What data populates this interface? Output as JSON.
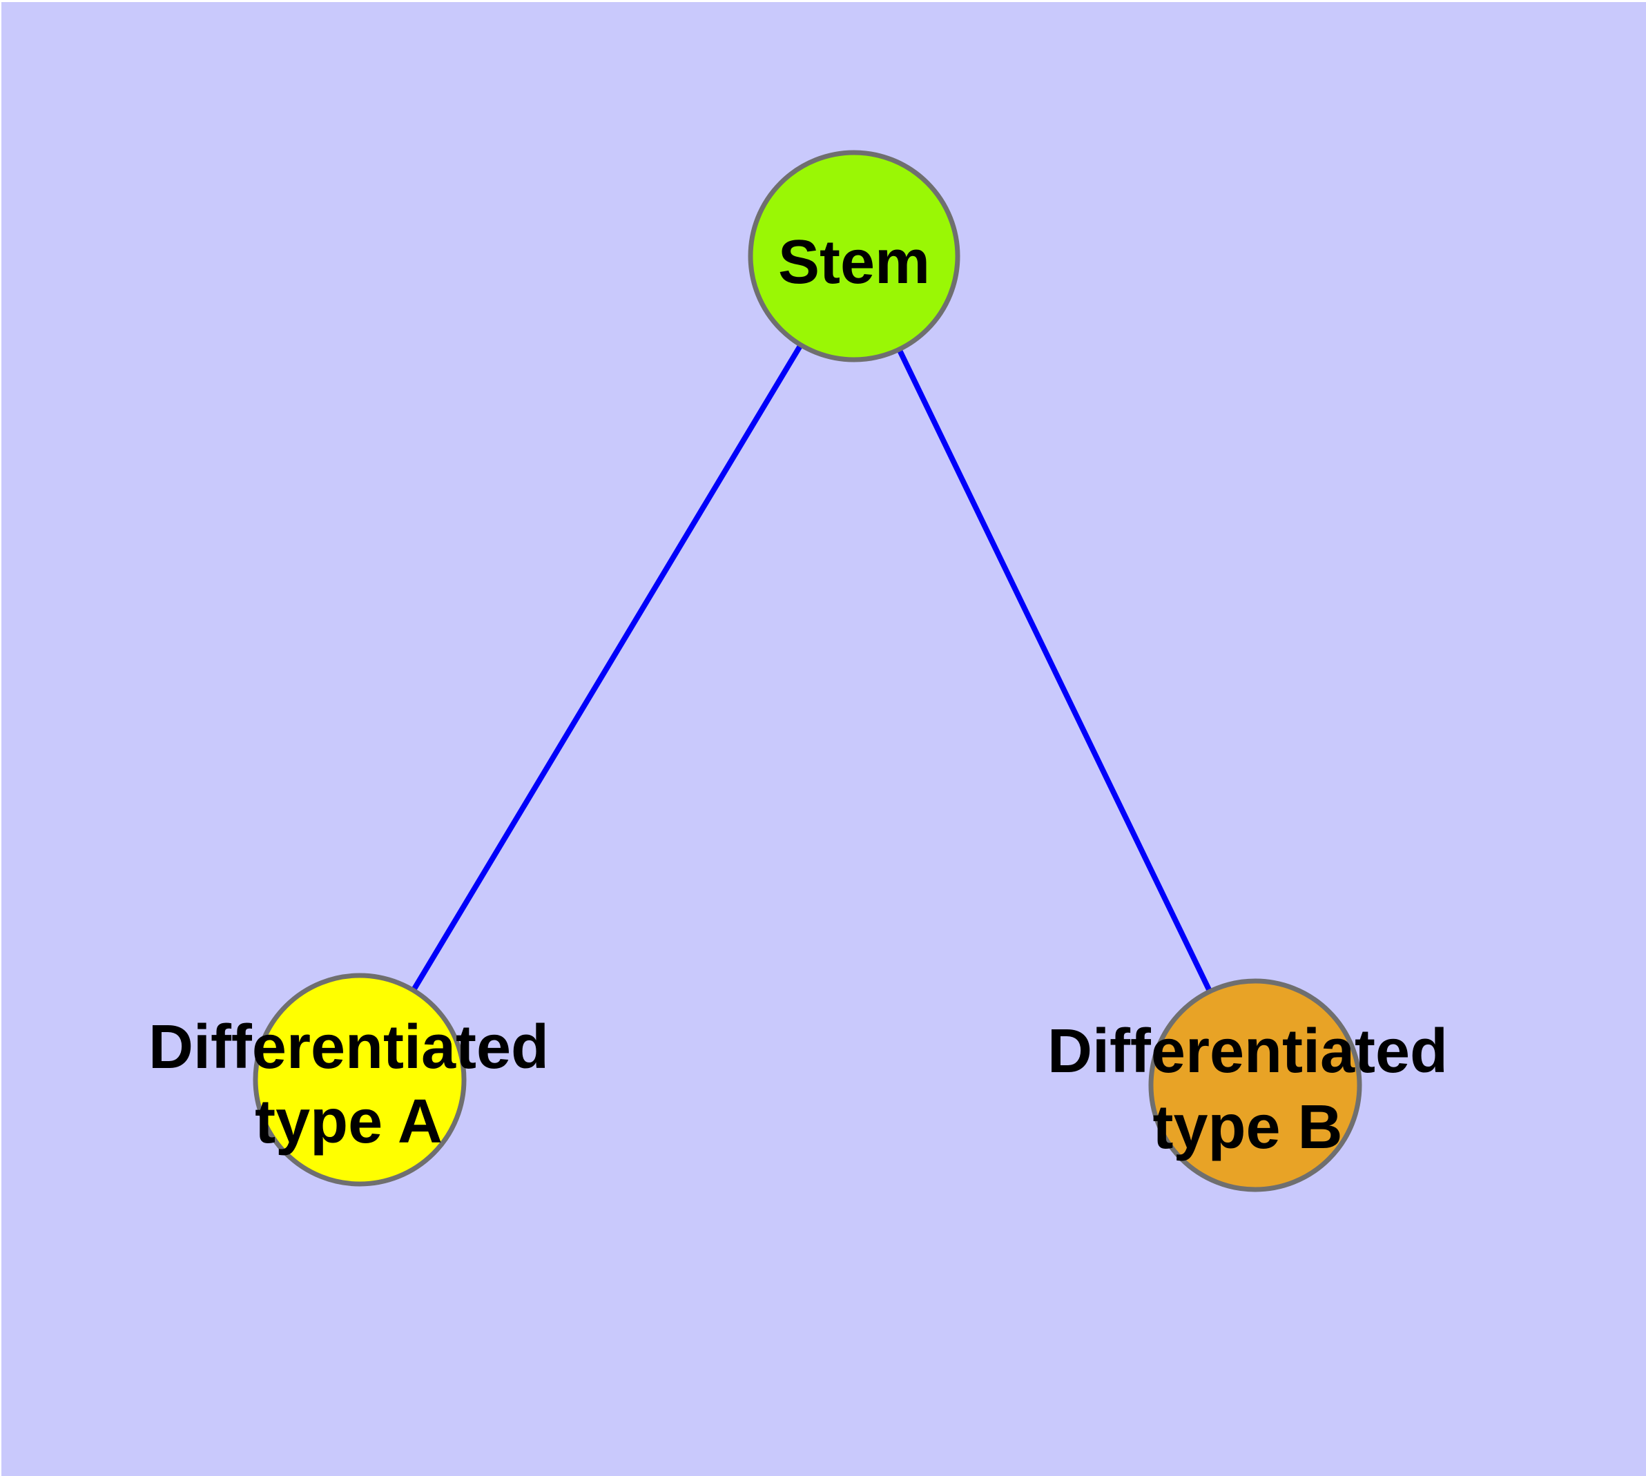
{
  "canvas": {
    "background_color": "#C9C9FC",
    "margin_color": "#FFFFFF"
  },
  "diagram": {
    "type": "node-link-graph",
    "edge_color": "#0000FA",
    "node_border_color": "#6F6F6F",
    "label_color": "#000000",
    "nodes": [
      {
        "id": "stem",
        "label": "Stem",
        "color": "#9AF705"
      },
      {
        "id": "differentiated-type-a",
        "label": "Differentiated type A",
        "label_line1": "Differentiated",
        "label_line2": "type A",
        "color": "#FFFF00"
      },
      {
        "id": "differentiated-type-b",
        "label": "Differentiated type B",
        "label_line1": "Differentiated",
        "label_line2": "type B",
        "color": "#E8A326"
      }
    ],
    "edges": [
      {
        "from": "Stem",
        "to": "Differentiated type A"
      },
      {
        "from": "Stem",
        "to": "Differentiated type B"
      }
    ]
  }
}
